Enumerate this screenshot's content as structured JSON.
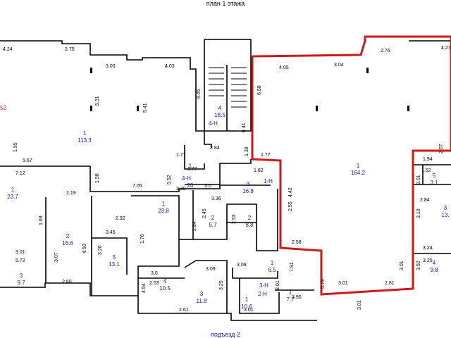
{
  "title": "план 1 этажа",
  "footer": "подъезд 2",
  "colors": {
    "wall": "#000000",
    "highlight": "#d01818",
    "room_text": "#1a1aa8",
    "dim_text": "#000000"
  },
  "dims": [
    {
      "id": "d1",
      "t": "4.24"
    },
    {
      "id": "d2",
      "t": "2.75"
    },
    {
      "id": "d3",
      "t": "3.05"
    },
    {
      "id": "d4",
      "t": "4.03"
    },
    {
      "id": "d5",
      "t": "5.31"
    },
    {
      "id": "d6",
      "t": "5.41"
    },
    {
      "id": "d7",
      "t": "6.65"
    },
    {
      "id": "d8",
      "t": "6.58"
    },
    {
      "id": "d9",
      "t": "4.05"
    },
    {
      "id": "d10",
      "t": "3.04"
    },
    {
      "id": "d11",
      "t": "2.76"
    },
    {
      "id": "d12",
      "t": "4.27"
    },
    {
      "id": "d13",
      "t": "6.41"
    },
    {
      "id": "d14",
      "t": "1.95"
    },
    {
      "id": "d15",
      "t": "5.67"
    },
    {
      "id": "d16",
      "t": "7.12"
    },
    {
      "id": "d17",
      "t": "1.58"
    },
    {
      "id": "d18",
      "t": "1.77"
    },
    {
      "id": "d19",
      "t": "2.84"
    },
    {
      "id": "d20",
      "t": "1.38"
    },
    {
      "id": "d21",
      "t": "1.77"
    },
    {
      "id": "d22",
      "t": "1.77"
    },
    {
      "id": "d23",
      "t": "1.82"
    },
    {
      "id": "d24",
      "t": "5.52"
    },
    {
      "id": "d25",
      "t": "7.05"
    },
    {
      "id": "d26",
      "t": "3.30"
    },
    {
      "id": "d27",
      "t": "3.0"
    },
    {
      "id": "d28",
      "t": "2.19"
    },
    {
      "id": "d29",
      "t": "1.69"
    },
    {
      "id": "d30",
      "t": "3.36"
    },
    {
      "id": "d31",
      "t": "2.45"
    },
    {
      "id": "d32",
      "t": "4.42"
    },
    {
      "id": "d33",
      "t": "2.55"
    },
    {
      "id": "d34",
      "t": "1.94"
    },
    {
      "id": "d35",
      "t": "2.07"
    },
    {
      "id": "d36",
      "t": "1.52"
    },
    {
      "id": "d37",
      "t": "3.01"
    },
    {
      "id": "d38",
      "t": "2.92"
    },
    {
      "id": "d39",
      "t": "3.45"
    },
    {
      "id": "d40",
      "t": "2.84"
    },
    {
      "id": "d41",
      "t": "2.53"
    },
    {
      "id": "d42",
      "t": "2.58"
    },
    {
      "id": "d43",
      "t": "2.84"
    },
    {
      "id": "d44",
      "t": "3.10"
    },
    {
      "id": "d45",
      "t": "3.01"
    },
    {
      "id": "d46",
      "t": "5.72"
    },
    {
      "id": "d47",
      "t": "4.50"
    },
    {
      "id": "d48",
      "t": "3.20"
    },
    {
      "id": "d49",
      "t": "1.76"
    },
    {
      "id": "d50",
      "t": "3.09"
    },
    {
      "id": "d51",
      "t": "3.09"
    },
    {
      "id": "d52",
      "t": "3.24"
    },
    {
      "id": "d53",
      "t": "3.07"
    },
    {
      "id": "d54",
      "t": "3.0"
    },
    {
      "id": "d55",
      "t": "2.53"
    },
    {
      "id": "d56",
      "t": "7.91"
    },
    {
      "id": "d57",
      "t": "3.01"
    },
    {
      "id": "d58",
      "t": "3.25"
    },
    {
      "id": "d59",
      "t": "3.50"
    },
    {
      "id": "d60",
      "t": "4.54"
    },
    {
      "id": "d61",
      "t": "3.25"
    },
    {
      "id": "d62",
      "t": "3.01"
    },
    {
      "id": "d63",
      "t": "3.90"
    },
    {
      "id": "d64",
      "t": "5.79"
    },
    {
      "id": "d65",
      "t": "3.01"
    },
    {
      "id": "d66",
      "t": "3.01"
    },
    {
      "id": "d67",
      "t": "2.81"
    },
    {
      "id": "d68",
      "t": "2.60"
    },
    {
      "id": "d69",
      "t": "2.61"
    },
    {
      "id": "d70",
      "t": "3.01"
    }
  ],
  "rooms": [
    {
      "id": "r1",
      "num": "1",
      "area": "113.3"
    },
    {
      "id": "r2",
      "num": "4",
      "area": "18.5"
    },
    {
      "id": "r3",
      "num": "1",
      "area": "164.2"
    },
    {
      "id": "r4",
      "num": "1",
      "area": "23.7"
    },
    {
      "id": "r5",
      "num": "1",
      "area": "23.8"
    },
    {
      "id": "r6",
      "num": "3",
      "area": "16.8"
    },
    {
      "id": "r7",
      "num": "2",
      "area": "16.6"
    },
    {
      "id": "r8",
      "num": "2",
      "area": "5.7"
    },
    {
      "id": "r9",
      "num": "2",
      "area": "8.8"
    },
    {
      "id": "r10",
      "num": "5",
      "area": "13.1"
    },
    {
      "id": "r11",
      "num": "3",
      "area": "9.7"
    },
    {
      "id": "r12",
      "num": "4",
      "area": "10.5"
    },
    {
      "id": "r13",
      "num": "3",
      "area": "11.8"
    },
    {
      "id": "r14",
      "num": "1",
      "area": "6.5"
    },
    {
      "id": "r15",
      "num": "1",
      "area": "10.6"
    },
    {
      "id": "r16",
      "num": "1",
      "area": "7.7"
    },
    {
      "id": "r17",
      "num": "5",
      "area": "3.1"
    },
    {
      "id": "r18",
      "num": "4",
      "area": "9.8"
    },
    {
      "id": "r19",
      "num": "1",
      "area": "20"
    },
    {
      "id": "r20",
      "num": "3",
      "area": "13."
    }
  ],
  "room_codes": [
    {
      "id": "c1",
      "t": "4-Н"
    },
    {
      "id": "c2",
      "t": "1-Н"
    },
    {
      "id": "c3",
      "t": "4-Н"
    },
    {
      "id": "c4",
      "t": "3-Н"
    },
    {
      "id": "c5",
      "t": "2-Н"
    }
  ],
  "edge_texts": [
    {
      "id": "e1",
      "t": "52"
    }
  ]
}
